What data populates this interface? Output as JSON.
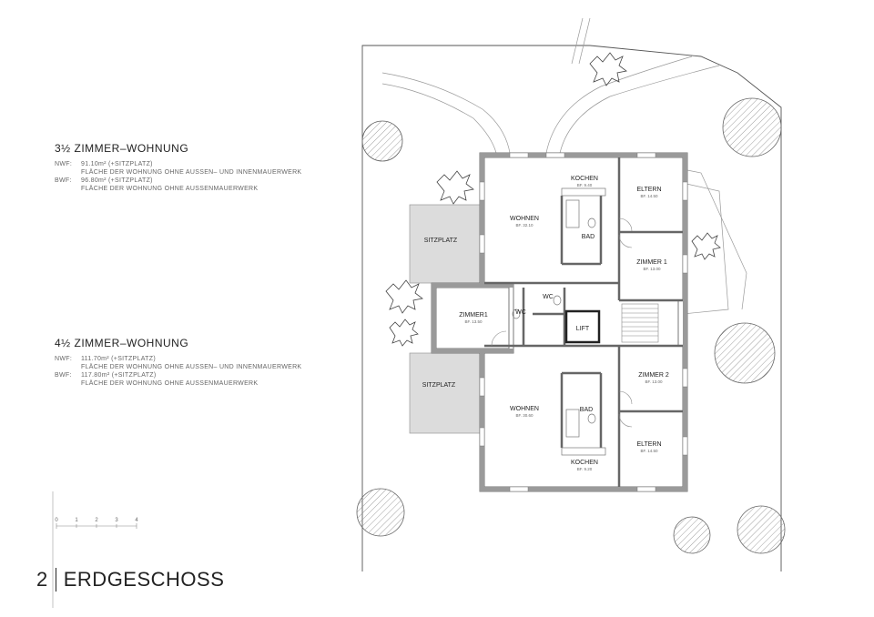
{
  "unit_a": {
    "title": "3½ ZIMMER–WOHNUNG",
    "nwf_label": "NWF:",
    "nwf_value": "91.10m² (+SITZPLATZ)",
    "nwf_note": "FLÄCHE DER WOHNUNG OHNE AUSSEN– UND INNENMAUERWERK",
    "bwf_label": "BWF:",
    "bwf_value": "96.80m² (+SITZPLATZ)",
    "bwf_note": "FLÄCHE DER WOHNUNG OHNE AUSSENMAUERWERK"
  },
  "unit_b": {
    "title": "4½ ZIMMER–WOHNUNG",
    "nwf_label": "NWF:",
    "nwf_value": "111.70m² (+SITZPLATZ)",
    "nwf_note": "FLÄCHE DER WOHNUNG OHNE AUSSEN– UND INNENMAUERWERK",
    "bwf_label": "BWF:",
    "bwf_value": "117.80m² (+SITZPLATZ)",
    "bwf_note": "FLÄCHE DER WOHNUNG OHNE AUSSENMAUERWERK"
  },
  "scale": {
    "ticks": [
      "0",
      "1",
      "2",
      "3",
      "4"
    ]
  },
  "sheet": {
    "number": "2",
    "title": "ERDGESCHOSS"
  },
  "rooms": {
    "kochen_top": {
      "name": "KOCHEN",
      "area": "BF. 9.40"
    },
    "wohnen_top": {
      "name": "WOHNEN",
      "area": "BF. 32.10"
    },
    "bad_top": {
      "name": "BAD"
    },
    "eltern_top": {
      "name": "ELTERN",
      "area": "BF. 14.50"
    },
    "zimmer1_top": {
      "name": "ZIMMER 1",
      "area": "BF. 13.00"
    },
    "sitzplatz_top": {
      "name": "SITZPLATZ"
    },
    "zimmer1_mid": {
      "name": "ZIMMER1",
      "area": "BF. 13.50"
    },
    "wc_1": {
      "name": "WC"
    },
    "wc_2": {
      "name": "WC"
    },
    "lift": {
      "name": "LIFT"
    },
    "sitzplatz_bottom": {
      "name": "SITZPLATZ"
    },
    "zimmer2": {
      "name": "ZIMMER 2",
      "area": "BF. 13.00"
    },
    "wohnen_bottom": {
      "name": "WOHNEN",
      "area": "BF. 30.60"
    },
    "bad_bottom": {
      "name": "BAD"
    },
    "eltern_bottom": {
      "name": "ELTERN",
      "area": "BF. 14.50"
    },
    "kochen_bottom": {
      "name": "KOCHEN",
      "area": "BF. 9.20"
    }
  },
  "colors": {
    "wall": "#9a9a9a",
    "terrace": "#dcdcdc",
    "line": "#777777"
  }
}
